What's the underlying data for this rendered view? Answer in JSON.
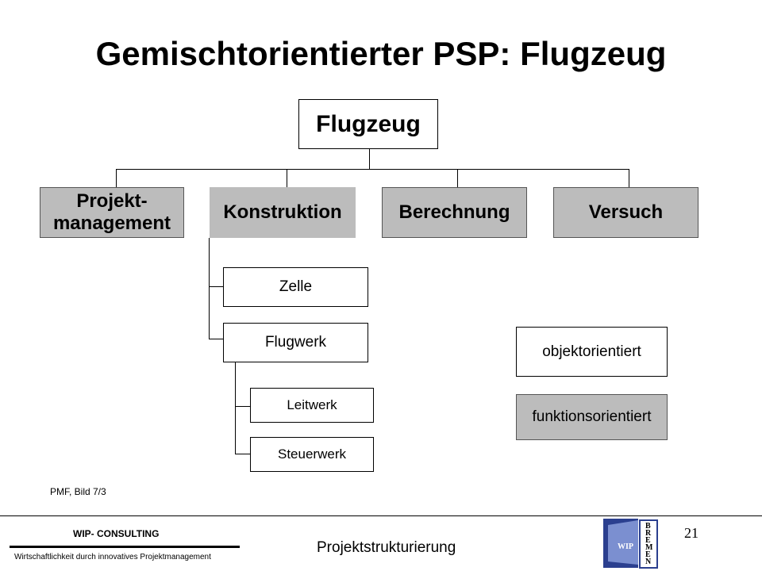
{
  "title": "Gemischtorientierter PSP: Flugzeug",
  "diagram": {
    "root": "Flugzeug",
    "level1": [
      {
        "label": "Projekt-\nmanagement",
        "orientation": "funktionsorientiert"
      },
      {
        "label": "Konstruktion",
        "orientation": "funktionsorientiert"
      },
      {
        "label": "Berechnung",
        "orientation": "funktionsorientiert"
      },
      {
        "label": "Versuch",
        "orientation": "funktionsorientiert"
      }
    ],
    "konstruktion_children": [
      {
        "label": "Zelle",
        "orientation": "objektorientiert"
      },
      {
        "label": "Flugwerk",
        "orientation": "objektorientiert"
      }
    ],
    "flugwerk_children": [
      {
        "label": "Leitwerk",
        "orientation": "objektorientiert"
      },
      {
        "label": "Steuerwerk",
        "orientation": "objektorientiert"
      }
    ]
  },
  "legend": {
    "object_oriented": "objektorientiert",
    "function_oriented": "funktionsorientiert"
  },
  "source": "PMF, Bild 7/3",
  "footer": {
    "company": "WIP- CONSULTING",
    "tagline": "Wirtschaftlichkeit durch innovatives Projektmanagement",
    "chapter": "Projektstrukturierung",
    "page_number": "21",
    "logo": {
      "text": "WIP",
      "letters": "BREMEN"
    }
  },
  "colors": {
    "object_fill": "#ffffff",
    "function_fill": "#bcbcbc",
    "logo_blue": "#2b3f8f"
  }
}
